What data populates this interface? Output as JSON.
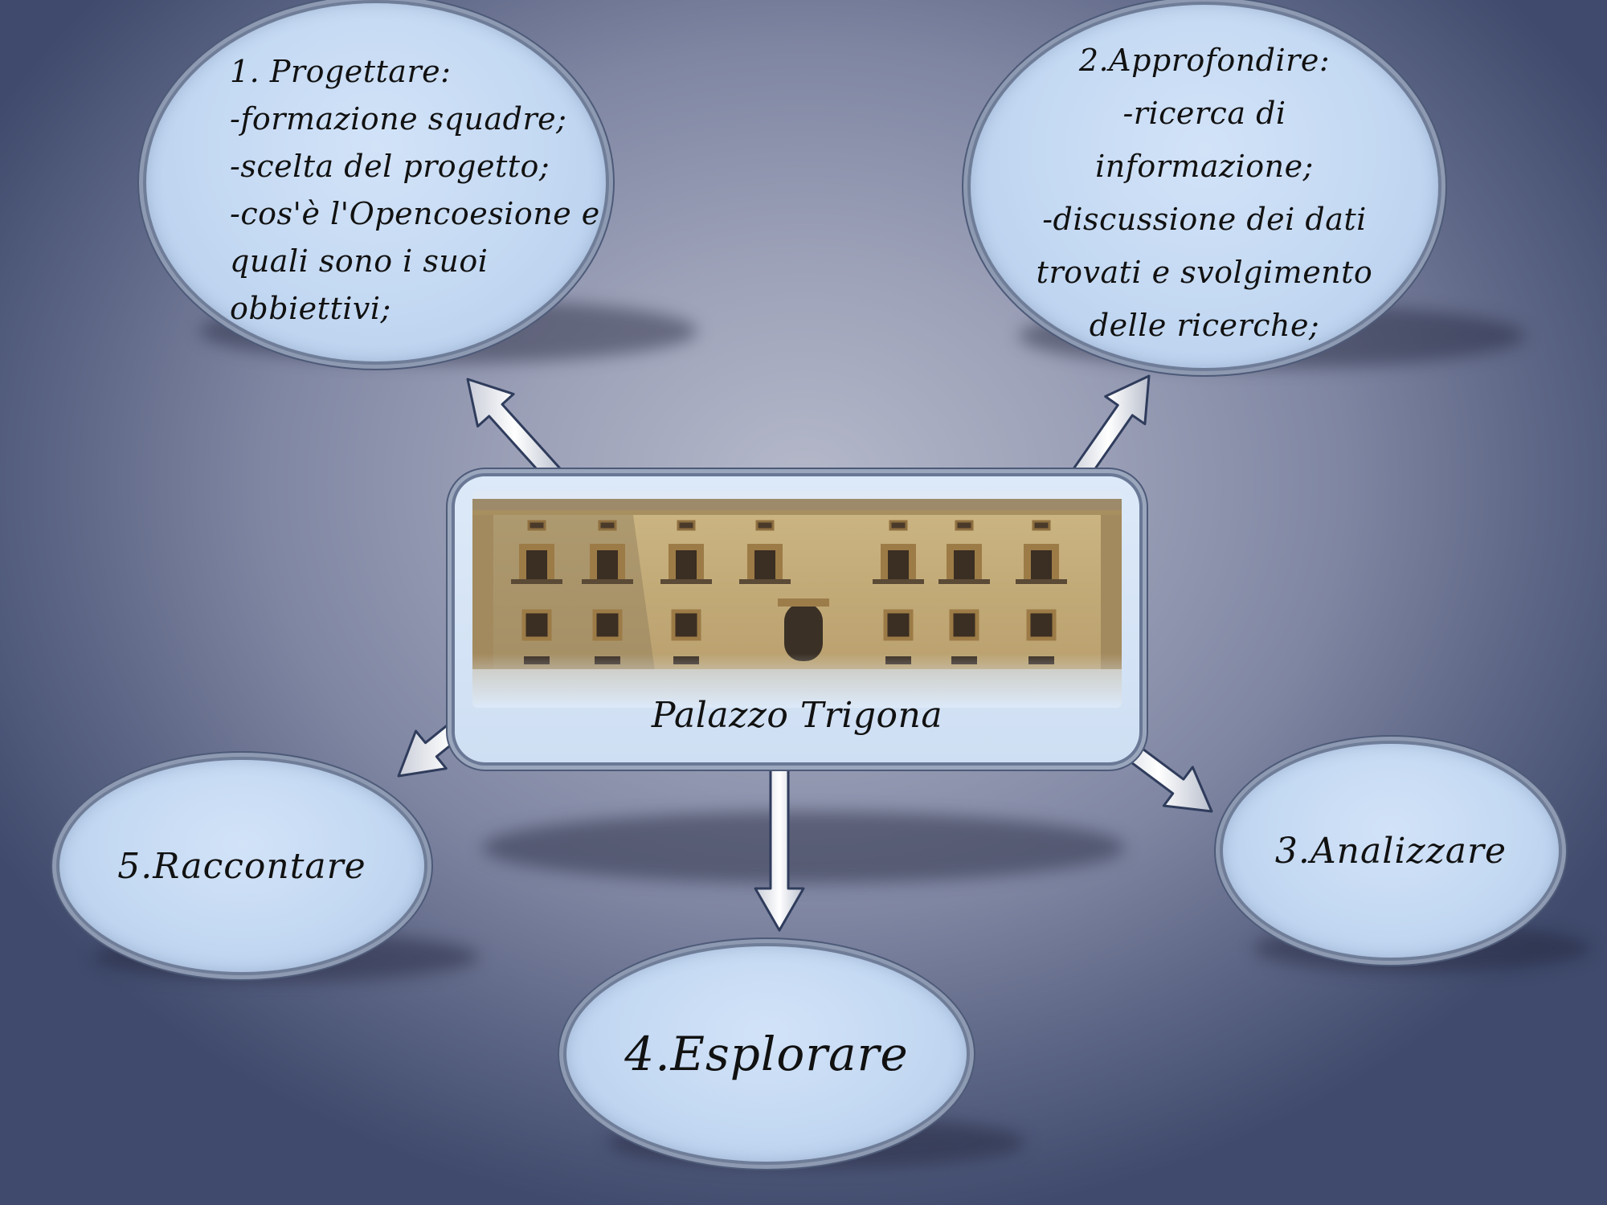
{
  "center": {
    "caption": "Palazzo Trigona"
  },
  "nodes": {
    "n1": {
      "lines": [
        "1. Progettare:",
        "-formazione squadre;",
        "-scelta del progetto;",
        "-cos'è l'Opencoesione e",
        "quali sono i suoi",
        "obbiettivi;"
      ]
    },
    "n2": {
      "lines": [
        "2.Approfondire:",
        "-ricerca di",
        "informazione;",
        "-discussione dei dati",
        "trovati e svolgimento",
        "delle ricerche;"
      ]
    },
    "n3": {
      "label": "3.Analizzare"
    },
    "n4": {
      "label": "4.Esplorare"
    },
    "n5": {
      "label": "5.Raccontare"
    }
  },
  "colors": {
    "node_fill": "#c3d8f2",
    "node_border": "#4d5a78",
    "background": "#8b92ad"
  }
}
